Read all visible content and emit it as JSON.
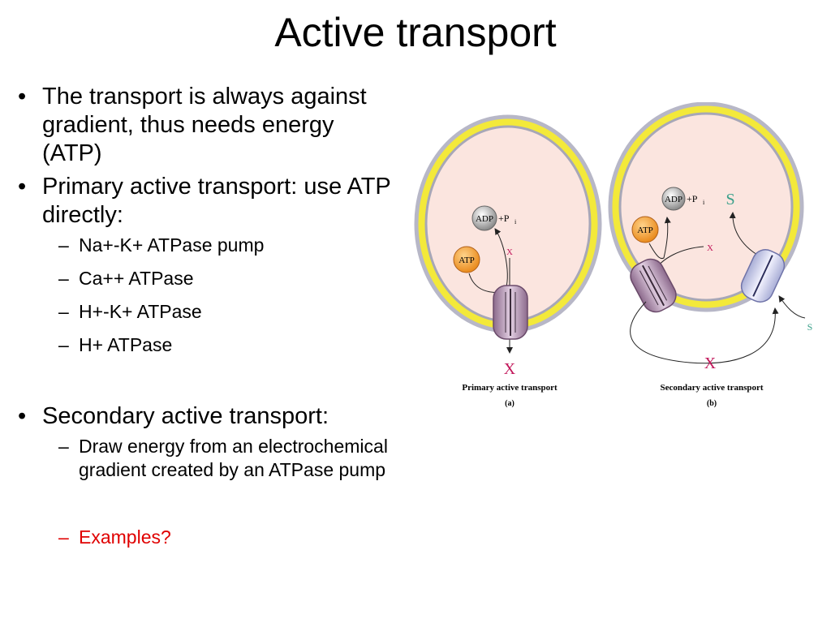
{
  "title": "Active transport",
  "bullets": {
    "b1": "The transport is always against gradient, thus needs energy (ATP)",
    "b2": "Primary active transport: use ATP directly:",
    "b2_sub": [
      "Na+-K+ ATPase pump",
      "Ca++ ATPase",
      "H+-K+ ATPase",
      "H+ ATPase"
    ],
    "b3": "Secondary active transport:",
    "b3_sub1": "Draw energy from an electrochemical gradient created by an ATPase pump",
    "b3_sub2": "Examples?"
  },
  "figure": {
    "primary": {
      "adp": "ADP",
      "pi": "+P",
      "pi_sub": "i",
      "atp": "ATP",
      "x_small": "X",
      "x_big": "X",
      "caption": "Primary active transport",
      "letter": "(a)"
    },
    "secondary": {
      "adp": "ADP",
      "pi": "+P",
      "pi_sub": "i",
      "atp": "ATP",
      "s_in": "S",
      "s_out": "S",
      "x_small": "X",
      "x_big": "X",
      "caption": "Secondary active transport",
      "letter": "(b)"
    }
  },
  "colors": {
    "extra_text_red": "#e00000",
    "substrate_s": "#3aa08a",
    "cell_fill": "#fbe5df",
    "membrane": "#f3e93a"
  }
}
